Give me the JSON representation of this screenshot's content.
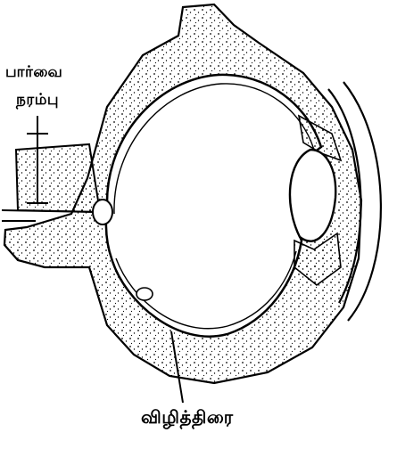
{
  "labels": {
    "optic_nerve_line1": "பார்வை",
    "optic_nerve_line2": "நரம்பு",
    "retina": "விழித்திரை"
  },
  "colors": {
    "ink": "#000000",
    "paper": "#ffffff"
  }
}
